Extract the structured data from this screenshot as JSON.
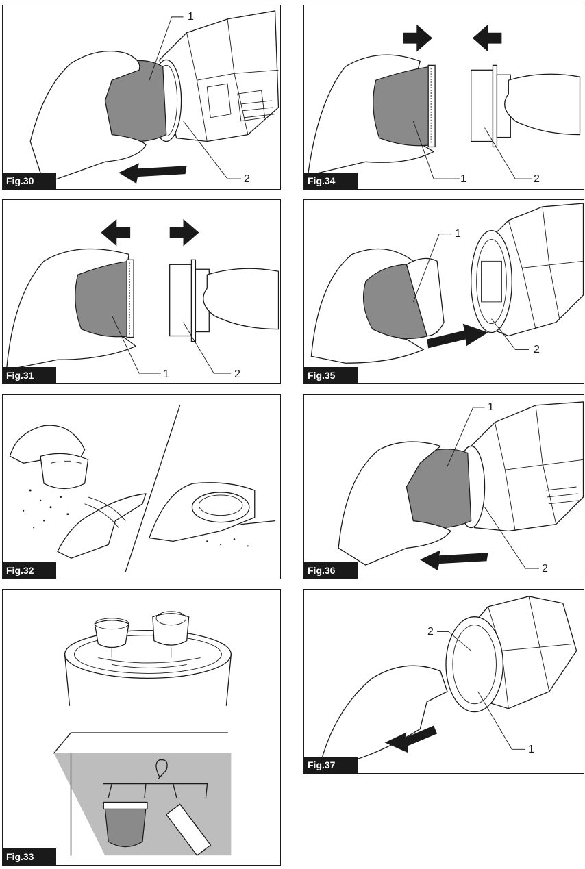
{
  "figures": [
    {
      "id": "fig30",
      "label": "Fig.30",
      "callouts": [
        "1",
        "2"
      ]
    },
    {
      "id": "fig34",
      "label": "Fig.34",
      "callouts": [
        "1",
        "2"
      ]
    },
    {
      "id": "fig31",
      "label": "Fig.31",
      "callouts": [
        "1",
        "2"
      ]
    },
    {
      "id": "fig35",
      "label": "Fig.35",
      "callouts": [
        "1",
        "2"
      ]
    },
    {
      "id": "fig32",
      "label": "Fig.32",
      "callouts": []
    },
    {
      "id": "fig36",
      "label": "Fig.36",
      "callouts": [
        "1",
        "2"
      ]
    },
    {
      "id": "fig33",
      "label": "Fig.33",
      "callouts": []
    },
    {
      "id": "fig37",
      "label": "Fig.37",
      "callouts": [
        "2",
        "1"
      ]
    }
  ],
  "colors": {
    "ink": "#1a1a1a",
    "bag_gray": "#8a8a8a",
    "panel_gray": "#bdbdbd"
  }
}
